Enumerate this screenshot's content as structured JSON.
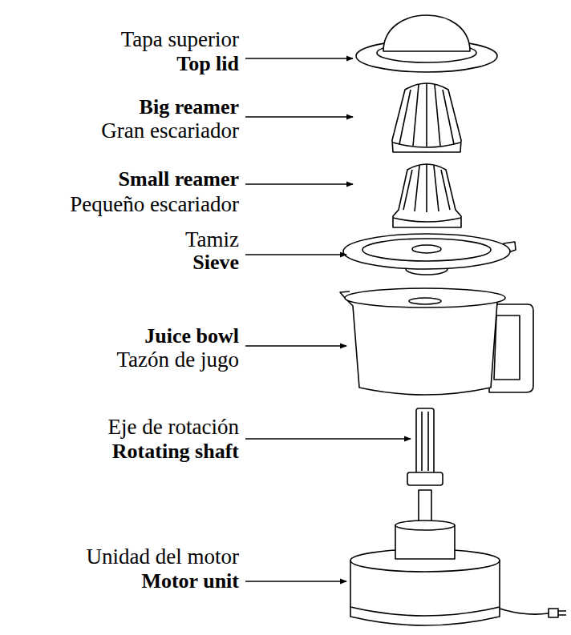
{
  "diagram": {
    "labels": [
      "Tapa superior",
      "Top lid",
      "Big reamer",
      "Gran escariador",
      "Small reamer",
      "Pequeño escariador",
      "Tamiz",
      "Sieve",
      "Juice bowl",
      "Tazón de jugo",
      "Eje de rotación",
      "Rotating shaft",
      "Unidad del motor",
      "Motor unit"
    ]
  }
}
